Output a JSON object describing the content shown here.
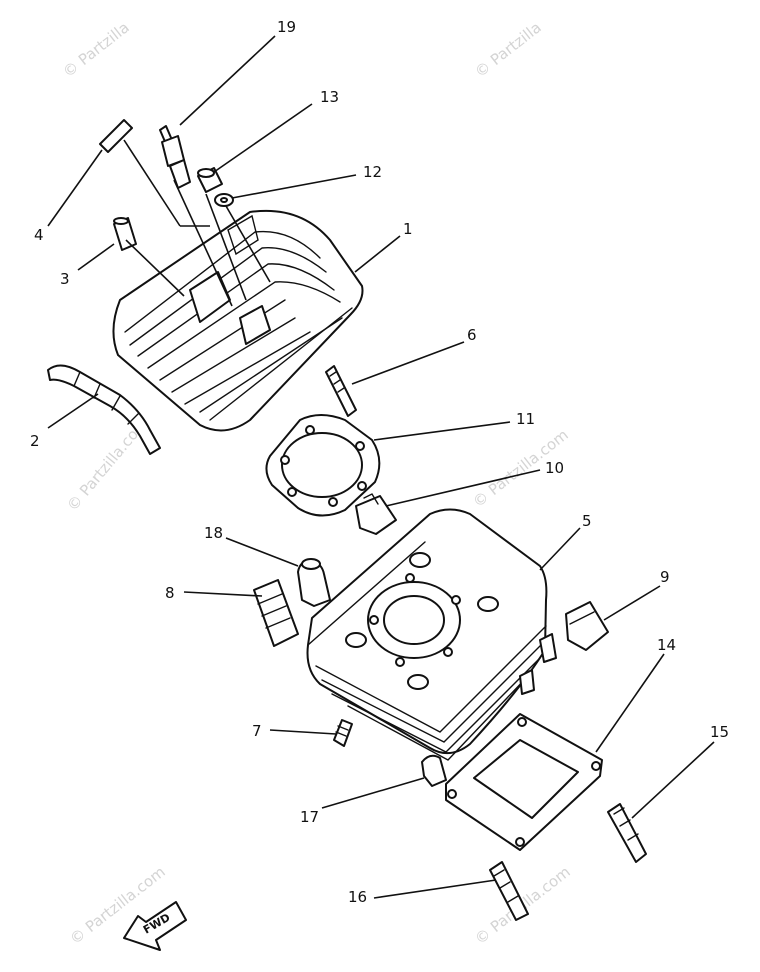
{
  "watermark": {
    "text": "© Partzilla.com",
    "short": "© Partzilla"
  },
  "fwd_label": "FWD",
  "callouts": {
    "c1": "1",
    "c2": "2",
    "c3": "3",
    "c4": "4",
    "c5": "5",
    "c6": "6",
    "c7": "7",
    "c8": "8",
    "c9": "9",
    "c10": "10",
    "c11": "11",
    "c12": "12",
    "c13": "13",
    "c14": "14",
    "c15": "15",
    "c16": "16",
    "c17": "17",
    "c18": "18",
    "c19": "19"
  }
}
